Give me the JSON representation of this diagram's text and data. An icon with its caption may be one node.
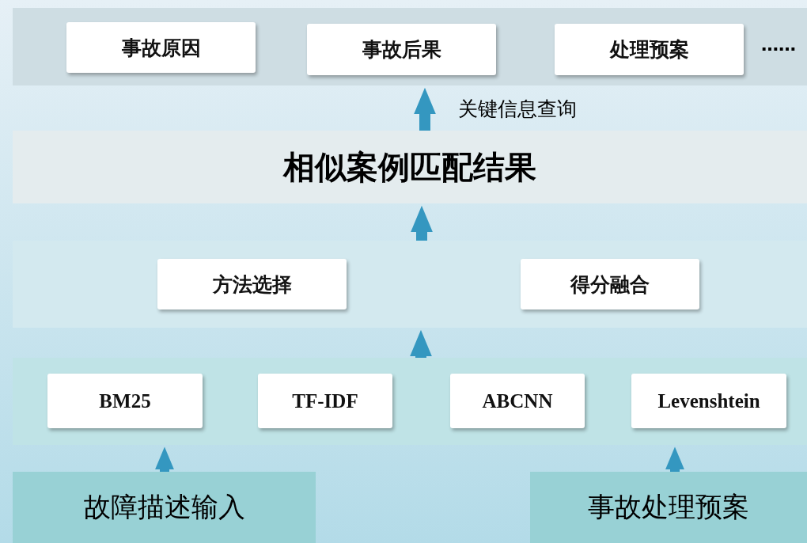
{
  "diagram": {
    "nodes": [
      {
        "text": [],
        "shape": "box"
      },
      {
        "text": [
          "事故原因"
        ],
        "in": 0
      },
      {
        "text": [
          "事故后果"
        ],
        "in": 0
      },
      {
        "text": [
          "处理预案"
        ],
        "in": 0
      },
      {
        "text": [
          "相似案例匹配结果"
        ]
      },
      {
        "text": [],
        "shape": "box"
      },
      {
        "text": [
          "方法选择"
        ],
        "in": 5
      },
      {
        "text": [
          "得分融合"
        ],
        "in": 5
      },
      {
        "text": [],
        "shape": "box"
      },
      {
        "text": [
          "BM25"
        ],
        "in": 8
      },
      {
        "text": [
          "TF-IDF"
        ],
        "in": 8
      },
      {
        "text": [
          "ABCNN"
        ],
        "in": 8
      },
      {
        "text": [
          "Levenshtein"
        ],
        "in": 8
      },
      {
        "text": [
          "故障描述输入"
        ]
      },
      {
        "text": [
          "事故处理预案"
        ]
      }
    ],
    "edges": [
      {
        "from": 13,
        "to": 8,
        "arrow": "to"
      },
      {
        "from": 14,
        "to": 8,
        "arrow": "to"
      },
      {
        "from": 8,
        "to": 5,
        "arrow": "to"
      },
      {
        "from": 5,
        "to": 4,
        "arrow": "to"
      },
      {
        "from": 4,
        "to": 0,
        "arrow": "to",
        "label": "关键信息查询"
      }
    ],
    "labels": [
      "……"
    ]
  }
}
